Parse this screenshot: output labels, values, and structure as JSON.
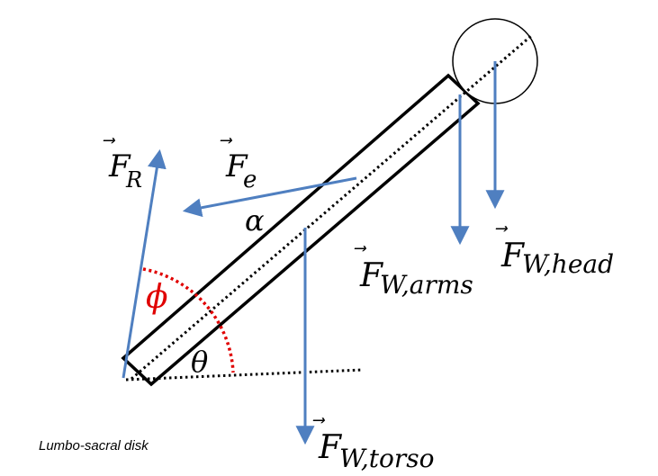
{
  "labels": {
    "f_r": {
      "base": "F",
      "sub": "R"
    },
    "f_e": {
      "base": "F",
      "sub": "e"
    },
    "f_w_arms": {
      "base": "F",
      "sub": "W,arms"
    },
    "f_w_head": {
      "base": "F",
      "sub": "W,head"
    },
    "f_w_torso": {
      "base": "F",
      "sub": "W,torso"
    },
    "alpha": "α",
    "phi": "ϕ",
    "theta": "θ",
    "vector_arrow": "⃗",
    "caption": "Lumbo-sacral disk"
  },
  "colors": {
    "force_arrow": "#4f7fc0",
    "angle_arc": "#e00000",
    "outline": "#000000"
  }
}
